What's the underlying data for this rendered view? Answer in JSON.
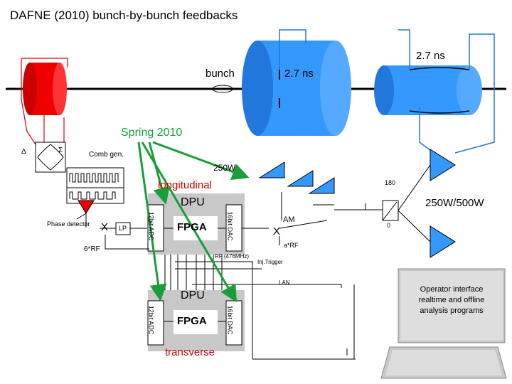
{
  "title": "DAFNE (2010) bunch-by-bunch feedbacks",
  "labels": {
    "bunch": "bunch",
    "spacing_left": "2.7 ns",
    "spacing_right": "2.7 ns",
    "spring": "Spring 2010",
    "comb_gen": "Comb gen.",
    "amp_250w": "250W",
    "longitudinal": "longitudinal",
    "phase_180": "180",
    "amp_250w_500w": "250W/500W",
    "phase_0": "0",
    "phase_detector": "Phase detector",
    "mixer_left": "X",
    "lp": "LP",
    "rf6": "6*RF",
    "mixer_right": "X",
    "am": "AM",
    "arf": "a*RF",
    "rf_freq": "RF (476MHz)",
    "inj_trigger": "Inj.Trigger",
    "lan": "LAN",
    "operator_text": "Operator interface\nrealtime and offline\nanalysis programs",
    "transverse": "transverse",
    "delta": "Δ",
    "sigma": "Σ"
  },
  "dpu_top": {
    "title": "DPU",
    "adc": "12bit ADC",
    "fpga": "FPGA",
    "dac": "16bit DAC"
  },
  "dpu_bottom": {
    "title": "DPU",
    "adc": "12bit ADC",
    "fpga": "FPGA",
    "dac": "16bit DAC"
  },
  "colors": {
    "kicker_red": "#ee0000",
    "kicker_blue": "#3399ff",
    "dpu_bg": "#c8c8c8",
    "arrow_green": "#1a9e3a",
    "text_red": "#cc0000",
    "amp_blue": "#3399ff",
    "wire_red": "#dd0000",
    "wire_blue": "#2277dd"
  }
}
